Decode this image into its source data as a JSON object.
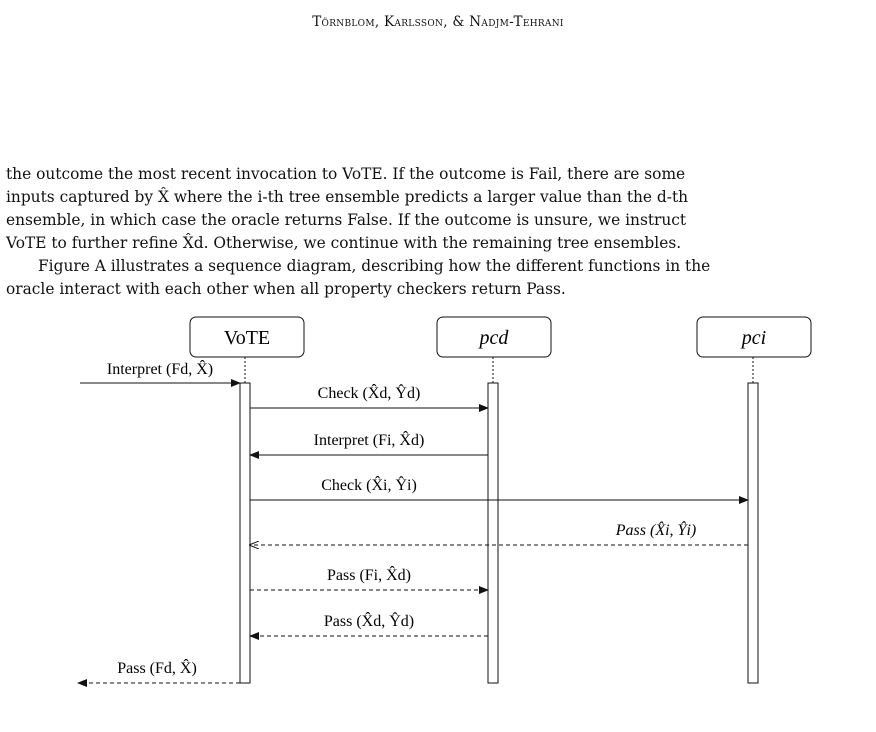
{
  "header": "Törnblom, Karlsson, & Nadjm-Tehrani",
  "paragraph1": [
    "the outcome the most recent invocation to VoTE. If the outcome is Fail, there are some",
    "inputs captured by X̂ where the i-th tree ensemble predicts a larger value than the d-th",
    "ensemble, in which case the oracle returns False. If the outcome is unsure, we instruct",
    "VoTE to further refine X̂d. Otherwise, we continue with the remaining tree ensembles."
  ],
  "paragraph2": [
    "Figure A illustrates a sequence diagram, describing how the different functions in the",
    "oracle interact with each other when all property checkers return Pass."
  ],
  "diagram": {
    "participants": [
      {
        "label": "VoTE"
      },
      {
        "label": "pcd"
      },
      {
        "label": "pci"
      }
    ],
    "messages": [
      {
        "label": "Interpret (Fd, X̂)"
      },
      {
        "label": "Check (X̂d, Ŷd)"
      },
      {
        "label": "Interpret (Fi, X̂d)"
      },
      {
        "label": "Check (X̂i, Ŷi)"
      },
      {
        "label": "Pass (X̂i, Ŷi)"
      },
      {
        "label": "Pass (Fi, X̂d)"
      },
      {
        "label": "Pass (X̂d, Ŷd)"
      },
      {
        "label": "Pass (Fd, X̂)"
      }
    ]
  }
}
